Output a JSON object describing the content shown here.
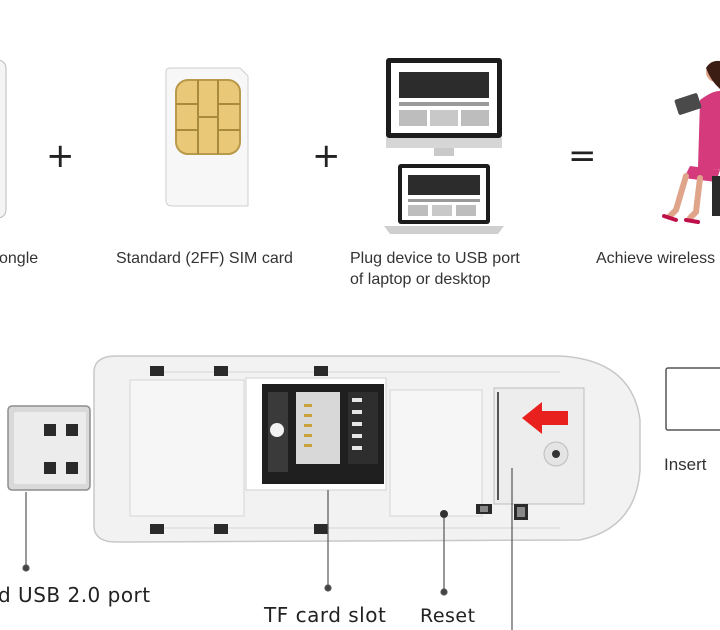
{
  "top_row": {
    "dongle_caption": "ongle",
    "sim_caption": "Standard (2FF) SIM card",
    "plug_caption_line1": "Plug device to USB port",
    "plug_caption_line2": "of laptop or desktop",
    "achieve_caption": "Achieve wireless",
    "plus_symbol": "+",
    "equals_symbol": "="
  },
  "diagram": {
    "usb_port_label": "d USB 2.0 port",
    "tf_slot_label": "TF card slot",
    "reset_label": "Reset",
    "insert_label": "Insert",
    "arrow_color": "#e8201e"
  }
}
